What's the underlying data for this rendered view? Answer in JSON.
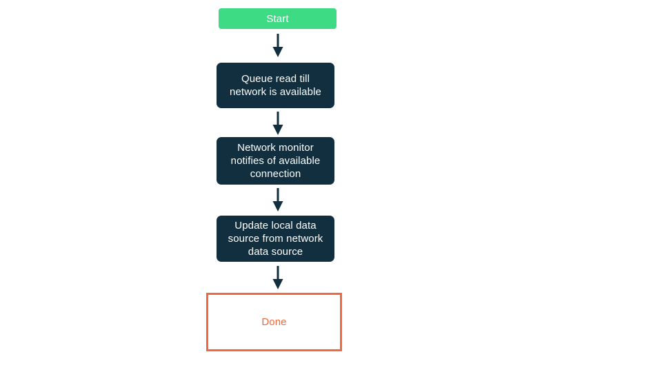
{
  "diagram": {
    "type": "flowchart",
    "direction": "top-down",
    "nodes": [
      {
        "id": "start",
        "kind": "start",
        "label": "Start"
      },
      {
        "id": "queue-read",
        "kind": "process",
        "label": "Queue read till network is available"
      },
      {
        "id": "network-monitor",
        "kind": "process",
        "label": "Network monitor notifies of available connection"
      },
      {
        "id": "update-local",
        "kind": "process",
        "label": "Update local data source from network data source"
      },
      {
        "id": "done",
        "kind": "end",
        "label": "Done"
      }
    ],
    "edges": [
      {
        "from": "start",
        "to": "queue-read"
      },
      {
        "from": "queue-read",
        "to": "network-monitor"
      },
      {
        "from": "network-monitor",
        "to": "update-local"
      },
      {
        "from": "update-local",
        "to": "done"
      }
    ]
  },
  "colors": {
    "start-bg": "#3ddc84",
    "process-bg": "#112f3f",
    "arrow": "#112f3f",
    "done-border": "#f2673c",
    "done-text": "#f2673c",
    "node-text": "#ffffff",
    "canvas-bg": "#ffffff"
  }
}
